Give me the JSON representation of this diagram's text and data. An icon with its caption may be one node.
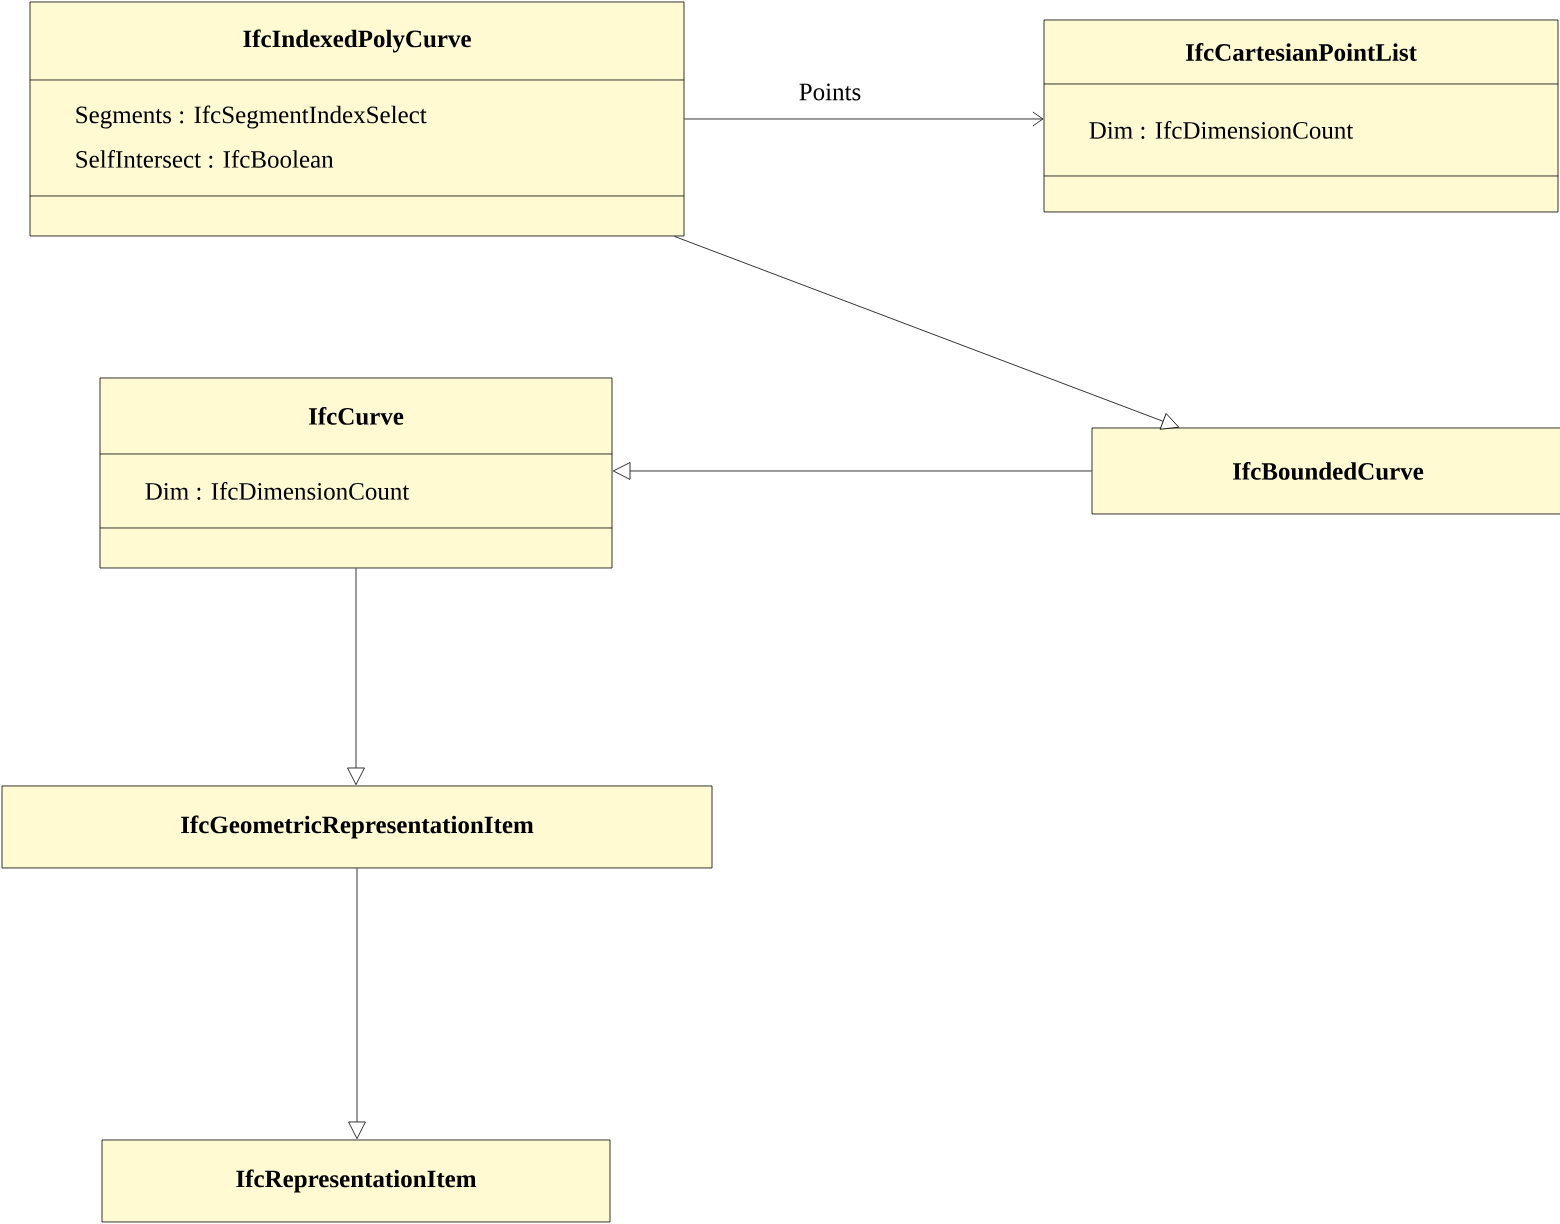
{
  "diagram": {
    "nodes": [
      {
        "text": [
          "IfcIndexedPolyCurve",
          "Segments : IfcSegmentIndexSelect",
          "SelfIntersect : IfcBoolean"
        ]
      },
      {
        "text": [
          "IfcCartesianPointList",
          "Dim : IfcDimensionCount"
        ]
      },
      {
        "text": [
          "IfcCurve",
          "Dim : IfcDimensionCount"
        ]
      },
      {
        "text": [
          "IfcBoundedCurve"
        ]
      },
      {
        "text": [
          "IfcGeometricRepresentationItem"
        ]
      },
      {
        "text": [
          "IfcRepresentationItem"
        ]
      }
    ],
    "edges": [
      {
        "from": 0,
        "to": 1,
        "arrow": "to",
        "label": "Points"
      },
      {
        "from": 0,
        "to": 3,
        "arrow": "to"
      },
      {
        "from": 3,
        "to": 2,
        "arrow": "to"
      },
      {
        "from": 2,
        "to": 4,
        "arrow": "to"
      },
      {
        "from": 4,
        "to": 5,
        "arrow": "to"
      }
    ]
  }
}
